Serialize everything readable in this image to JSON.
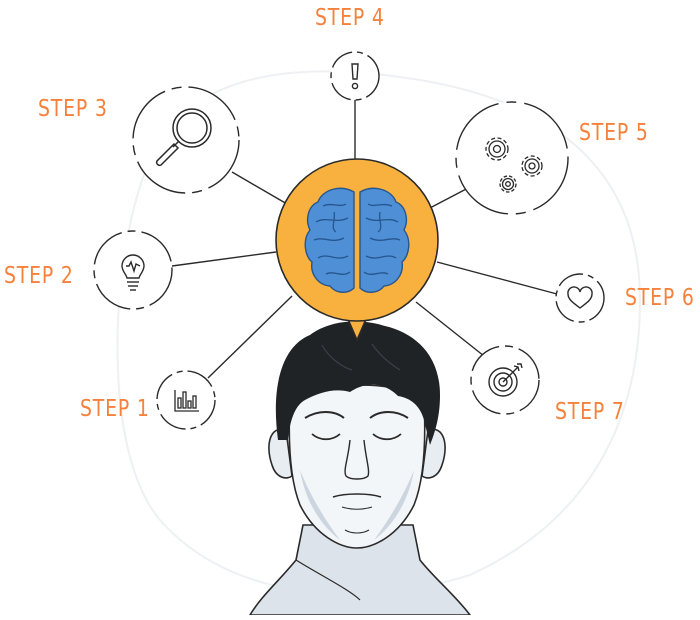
{
  "colors": {
    "accent": "#f5813c",
    "bubble": "#f8b13f",
    "brain": "#4f8fd6",
    "brain_dark": "#25568f",
    "line": "#2a2a2a",
    "skin_shadow": "#c9d2dd",
    "hair": "#1f2326"
  },
  "steps": [
    {
      "label": "STEP 1",
      "icon": "bar-chart-icon"
    },
    {
      "label": "STEP 2",
      "icon": "lightbulb-icon"
    },
    {
      "label": "STEP 3",
      "icon": "magnifier-icon"
    },
    {
      "label": "STEP 4",
      "icon": "exclamation-icon"
    },
    {
      "label": "STEP 5",
      "icon": "gears-icon"
    },
    {
      "label": "STEP 6",
      "icon": "heart-icon"
    },
    {
      "label": "STEP 7",
      "icon": "target-icon"
    }
  ]
}
